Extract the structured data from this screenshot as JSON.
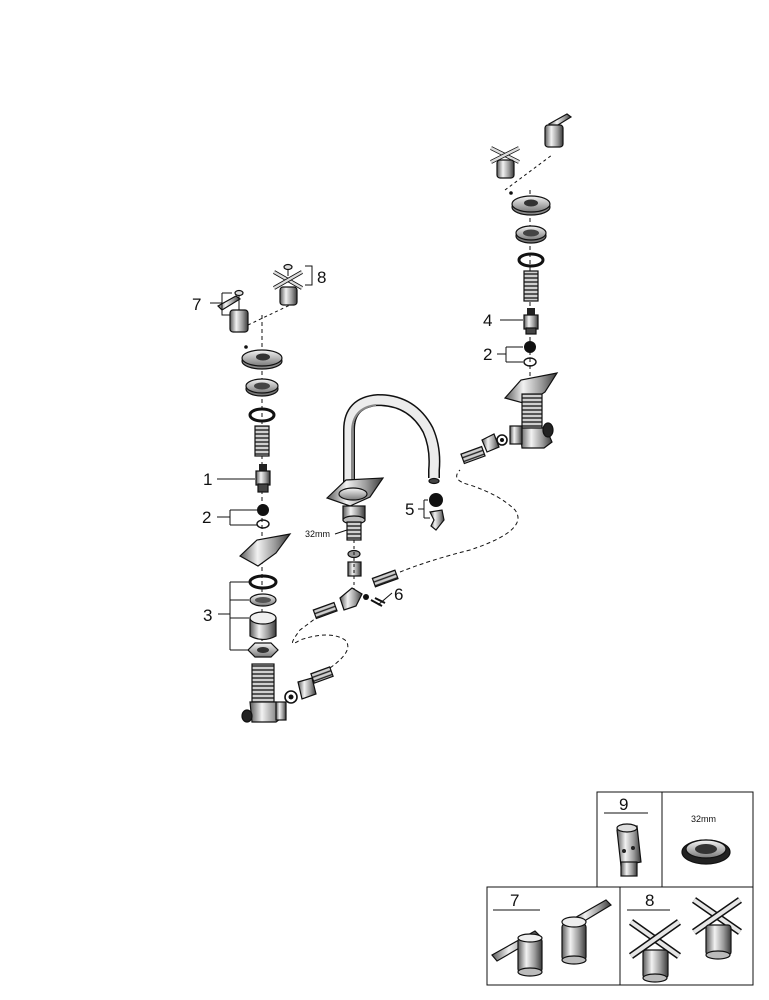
{
  "callouts": {
    "c1": "1",
    "c2_left": "2",
    "c2_right": "2",
    "c3": "3",
    "c4": "4",
    "c5": "5",
    "c6": "6",
    "c7": "7",
    "c8": "8"
  },
  "dimension": {
    "spout_nut": "32mm"
  },
  "boxes": {
    "box9": {
      "number": "9"
    },
    "box_ring": {
      "label": "32mm"
    },
    "box7": {
      "number": "7"
    },
    "box8": {
      "number": "8"
    }
  },
  "colors": {
    "ink": "#111111",
    "part_dark": "#1a1a1a",
    "part_mid": "#8a8a8a",
    "part_light": "#e6e6e6",
    "background": "#ffffff"
  }
}
